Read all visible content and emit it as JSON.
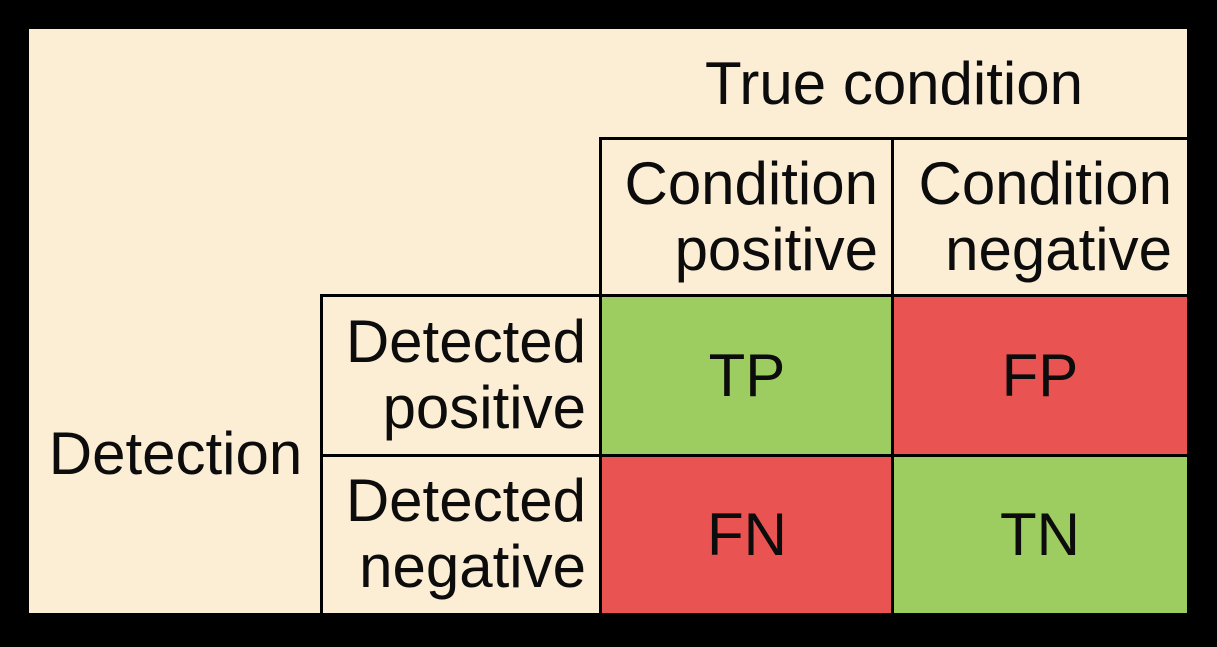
{
  "figure": {
    "type": "confusion-matrix-table",
    "top_axis_label": "True condition",
    "left_axis_label": "Detection",
    "column_headers": [
      "Condition positive",
      "Condition negative"
    ],
    "row_headers": [
      "Detected positive",
      "Detected negative"
    ],
    "cells": [
      {
        "row": "Detected positive",
        "column": "Condition positive",
        "label": "TP",
        "tone": "good",
        "color": "#9DCD60"
      },
      {
        "row": "Detected positive",
        "column": "Condition negative",
        "label": "FP",
        "tone": "bad",
        "color": "#E95352"
      },
      {
        "row": "Detected negative",
        "column": "Condition positive",
        "label": "FN",
        "tone": "bad",
        "color": "#E95352"
      },
      {
        "row": "Detected negative",
        "column": "Condition negative",
        "label": "TN",
        "tone": "good",
        "color": "#9DCD60"
      }
    ],
    "colors": {
      "canvas": "#000000",
      "panel_background": "#FCEDD5",
      "grid": "#000000",
      "text": "#0C0C0C",
      "good": "#9DCD60",
      "bad": "#E95352"
    }
  }
}
